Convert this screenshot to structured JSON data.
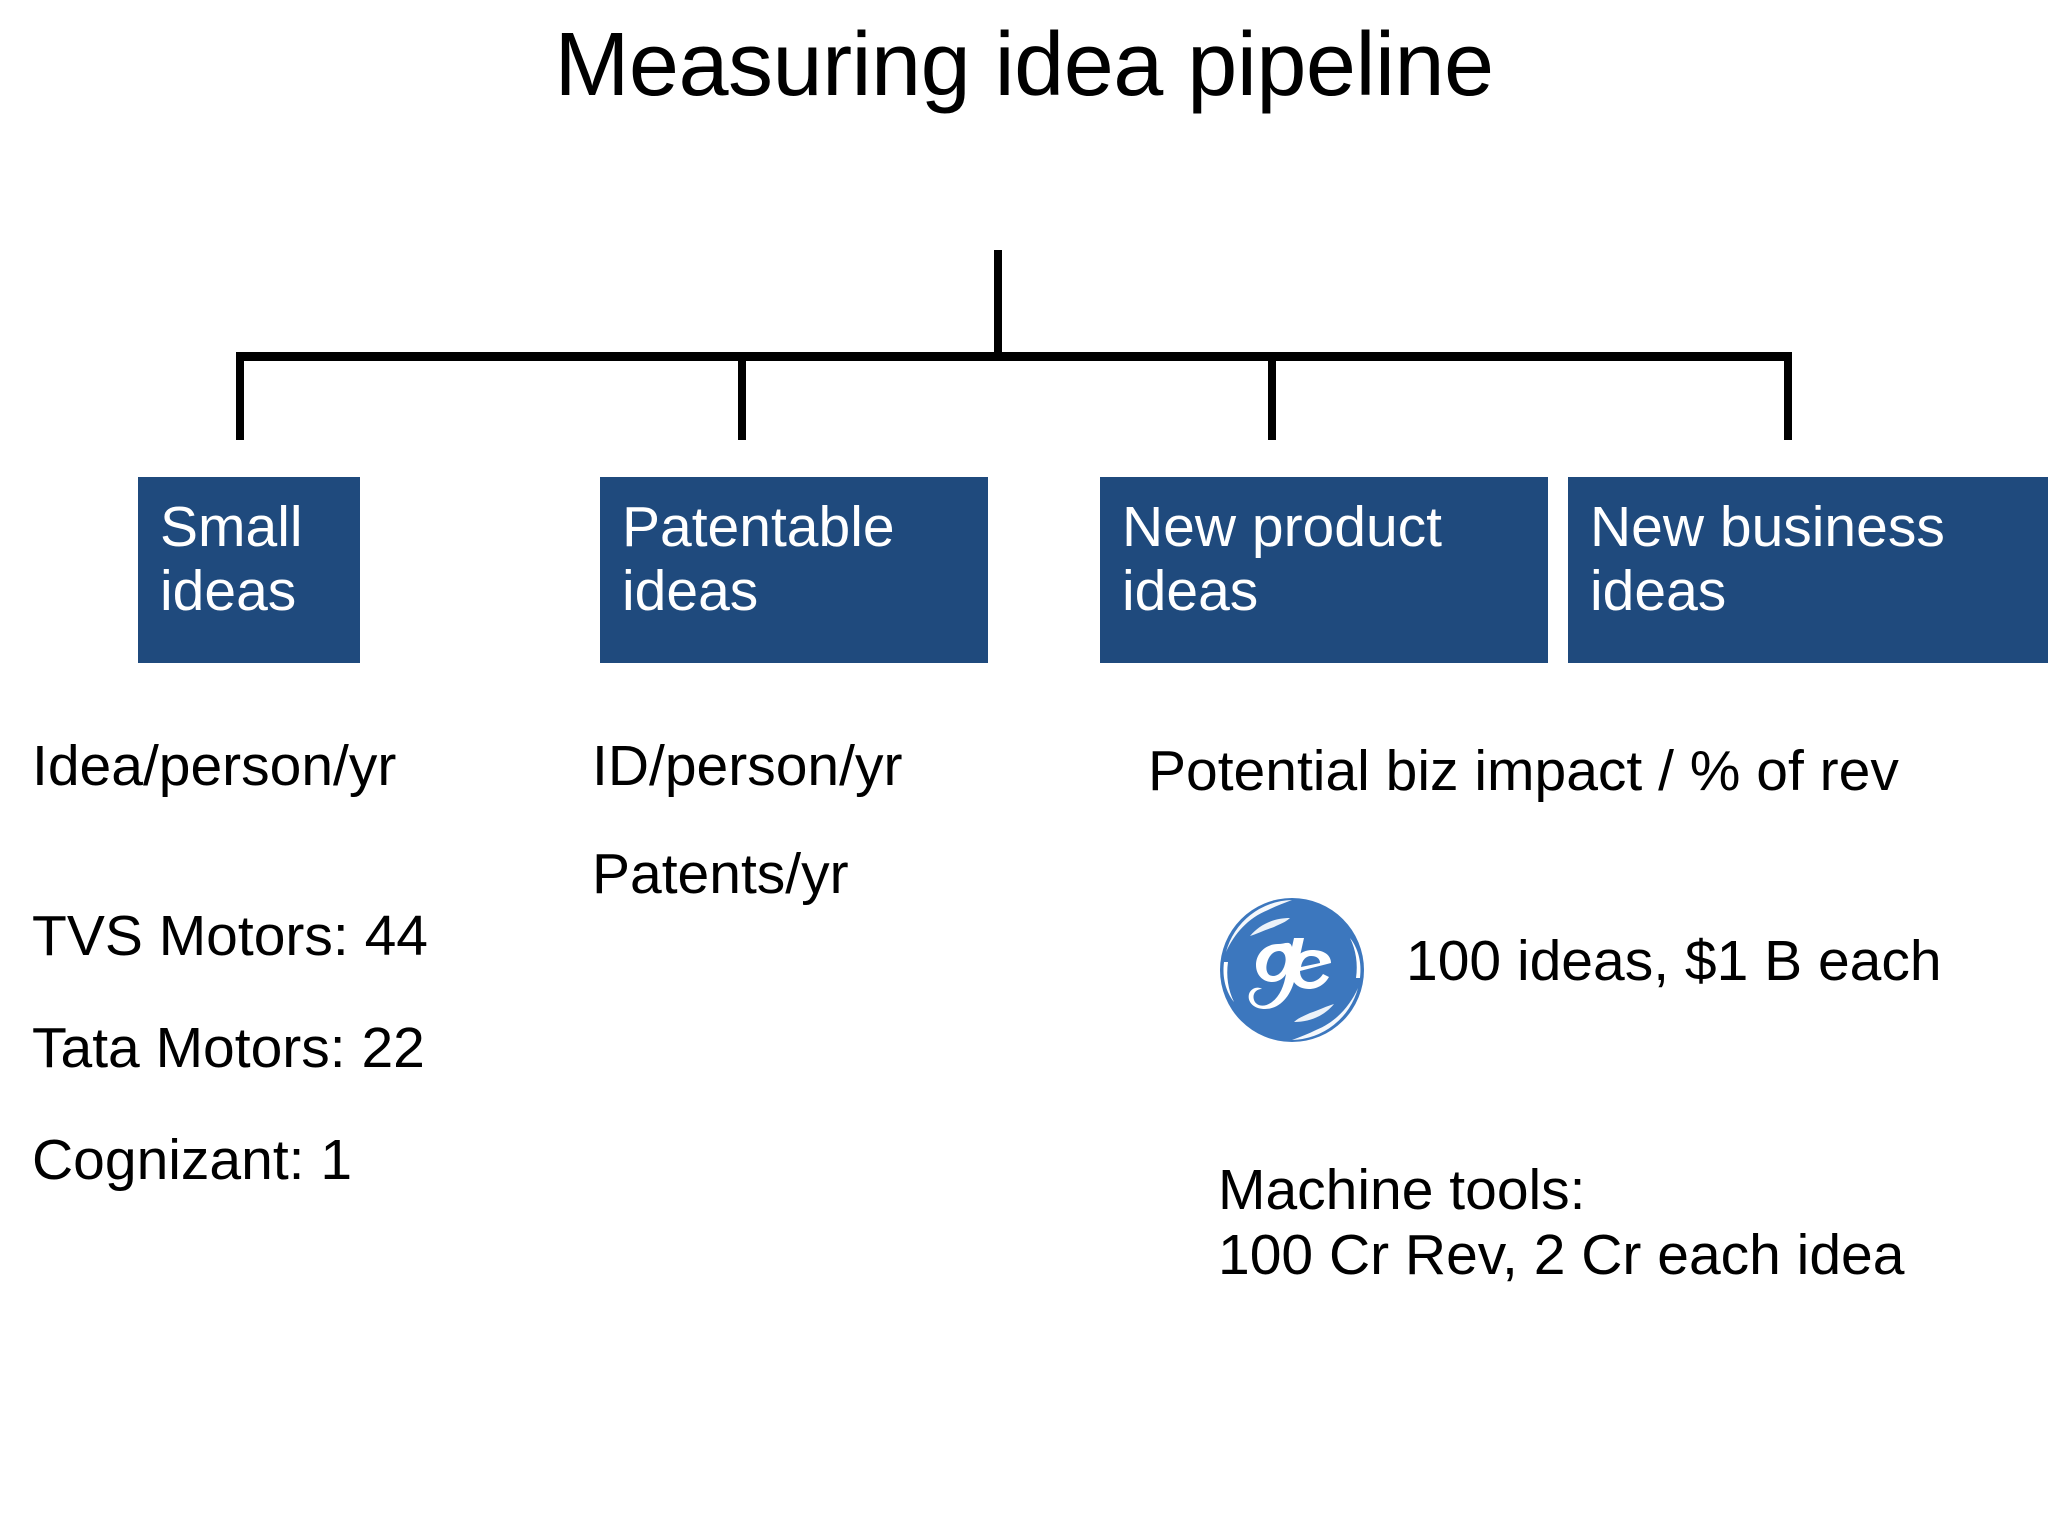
{
  "slide": {
    "title": "Measuring idea pipeline",
    "background_color": "#FFFFFF",
    "box_fill_color": "#1F4A7D",
    "box_text_color": "#FFFFFF",
    "connector_color": "#000000",
    "text_color": "#000000"
  },
  "tree": {
    "root_label": "",
    "branches": [
      {
        "box_label": "Small\nideas",
        "metrics": [
          "Idea/person/yr"
        ],
        "examples": [
          "TVS Motors: 44",
          "Tata Motors: 22",
          "Cognizant: 1"
        ]
      },
      {
        "box_label": "Patentable\nideas",
        "metrics": [
          "ID/person/yr",
          "Patents/yr"
        ],
        "examples": []
      },
      {
        "box_label": "New product\nideas",
        "metrics": [],
        "examples": []
      },
      {
        "box_label": "New business\nideas",
        "metrics": [],
        "examples": []
      }
    ]
  },
  "right_section": {
    "metric": "Potential biz impact / % of rev",
    "logo": {
      "name": "ge-logo",
      "color": "#3C77BE",
      "mark_color": "#FFFFFF"
    },
    "logo_caption": "100 ideas, $1 B each",
    "machine_tools": "Machine tools:\n100 Cr Rev, 2 Cr each idea"
  }
}
